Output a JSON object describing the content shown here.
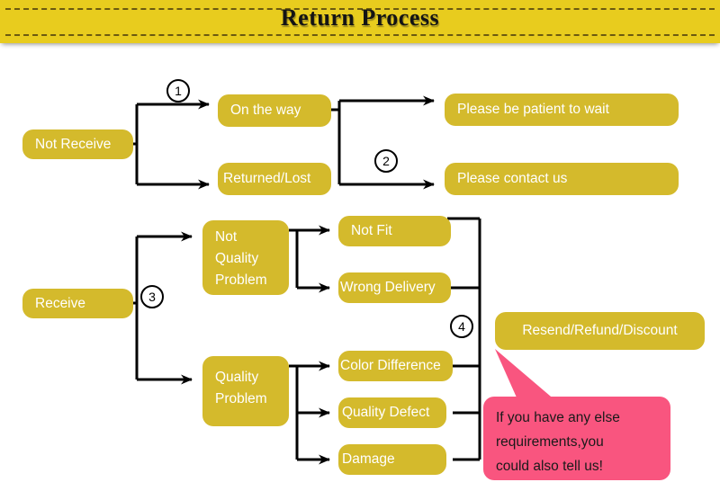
{
  "header": {
    "title": "Return Process",
    "banner_color": "#e8cc1e",
    "stitch_color": "#6b5a10"
  },
  "theme": {
    "node_color": "#d4ba2c",
    "node_text_color": "#ffffff",
    "callout_color": "#f9557f",
    "line_color": "#000000",
    "page_background": "#ffffff"
  },
  "flow": {
    "branches": [
      {
        "root": {
          "label": "Not Receive"
        },
        "stages": [
          {
            "label": "On the way"
          },
          {
            "label": "Returned/Lost"
          }
        ],
        "outcomes": [
          {
            "label": "Please be patient to wait"
          },
          {
            "label": "Please contact us"
          }
        ]
      },
      {
        "root": {
          "label": "Receive"
        },
        "stages": [
          {
            "label": "Not\nQuality\nProblem"
          },
          {
            "label": "Quality\nProblem"
          }
        ],
        "reasons": [
          {
            "label": "Not Fit"
          },
          {
            "label": "Wrong Delivery"
          },
          {
            "label": "Color Difference"
          },
          {
            "label": "Quality Defect"
          },
          {
            "label": "Damage"
          }
        ],
        "outcomes": [
          {
            "label": "Resend/Refund/Discount"
          }
        ]
      }
    ],
    "markers": [
      {
        "number": "1"
      },
      {
        "number": "2"
      },
      {
        "number": "3"
      },
      {
        "number": "4"
      }
    ]
  },
  "callout": {
    "line1": "If you have any else",
    "line2": "requirements,you",
    "line3": "could also tell us!"
  }
}
